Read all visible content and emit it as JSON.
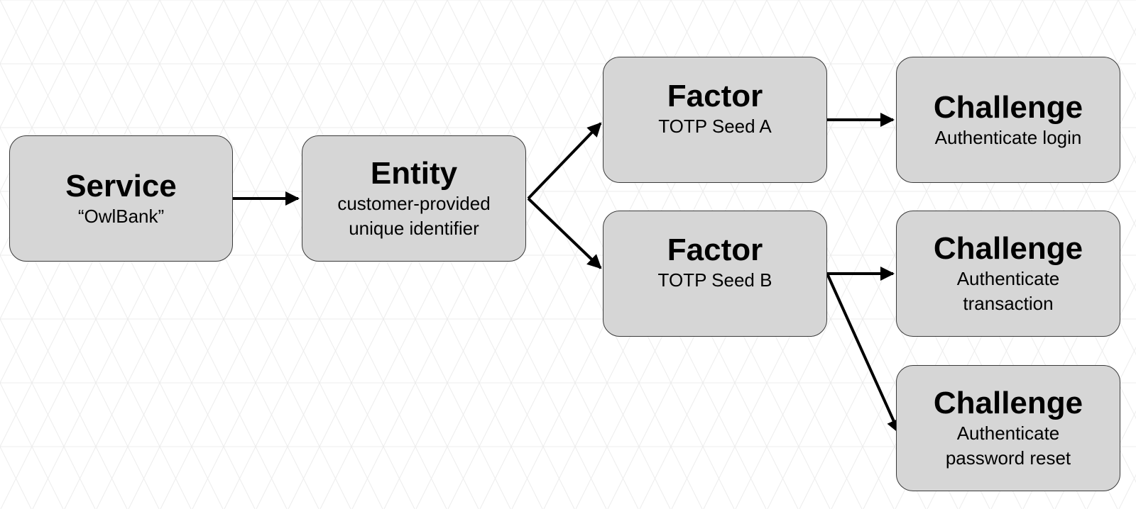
{
  "nodes": {
    "service": {
      "title": "Service",
      "sub": "“OwlBank”"
    },
    "entity": {
      "title": "Entity",
      "sub": "customer-provided\nunique identifier"
    },
    "factor_a": {
      "title": "Factor",
      "sub": "TOTP Seed A"
    },
    "factor_b": {
      "title": "Factor",
      "sub": "TOTP Seed B"
    },
    "challenge_login": {
      "title": "Challenge",
      "sub": "Authenticate login"
    },
    "challenge_txn": {
      "title": "Challenge",
      "sub": "Authenticate\ntransaction"
    },
    "challenge_reset": {
      "title": "Challenge",
      "sub": "Authenticate\npassword reset"
    }
  },
  "edges": [
    {
      "from": "service",
      "to": "entity"
    },
    {
      "from": "entity",
      "to": "factor_a"
    },
    {
      "from": "entity",
      "to": "factor_b"
    },
    {
      "from": "factor_a",
      "to": "challenge_login"
    },
    {
      "from": "factor_b",
      "to": "challenge_txn"
    },
    {
      "from": "factor_b",
      "to": "challenge_reset"
    }
  ],
  "colors": {
    "box_fill": "#d6d6d6",
    "box_border": "#3a3a3a",
    "arrow": "#000000",
    "grid": "#ececec"
  }
}
